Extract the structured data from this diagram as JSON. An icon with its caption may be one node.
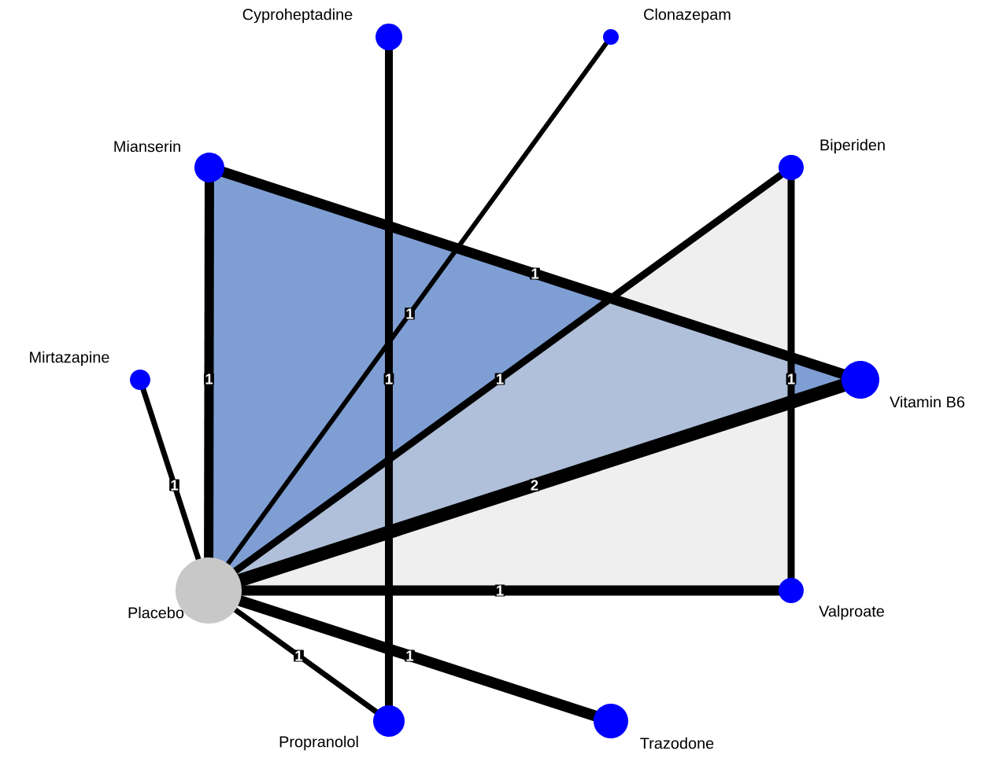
{
  "diagram": {
    "nodes": [
      {
        "text": [
          "Cyproheptadine"
        ]
      },
      {
        "text": [
          "Clonazepam"
        ]
      },
      {
        "text": [
          "Mianserin"
        ]
      },
      {
        "text": [
          "Biperiden"
        ]
      },
      {
        "text": [
          "Mirtazapine"
        ]
      },
      {
        "text": [
          "Vitamin B6"
        ]
      },
      {
        "text": [
          "Placebo"
        ]
      },
      {
        "text": [
          "Valproate"
        ]
      },
      {
        "text": [
          "Propranolol"
        ]
      },
      {
        "text": [
          "Trazodone"
        ]
      }
    ],
    "edges": [
      {
        "from": 6,
        "to": 4,
        "arrow": "none",
        "label": "1"
      },
      {
        "from": 6,
        "to": 2,
        "arrow": "none",
        "label": "1"
      },
      {
        "from": 6,
        "to": 1,
        "arrow": "none",
        "label": "1"
      },
      {
        "from": 0,
        "to": 8,
        "arrow": "none",
        "label": "1"
      },
      {
        "from": 6,
        "to": 3,
        "arrow": "none",
        "label": "1"
      },
      {
        "from": 6,
        "to": 5,
        "arrow": "none",
        "label": "2"
      },
      {
        "from": 6,
        "to": 7,
        "arrow": "none",
        "label": "1"
      },
      {
        "from": 6,
        "to": 8,
        "arrow": "none",
        "label": "1"
      },
      {
        "from": 6,
        "to": 9,
        "arrow": "none",
        "label": "1"
      },
      {
        "from": 2,
        "to": 5,
        "arrow": "none",
        "label": "1"
      },
      {
        "from": 3,
        "to": 7,
        "arrow": "none",
        "label": "1"
      }
    ]
  }
}
